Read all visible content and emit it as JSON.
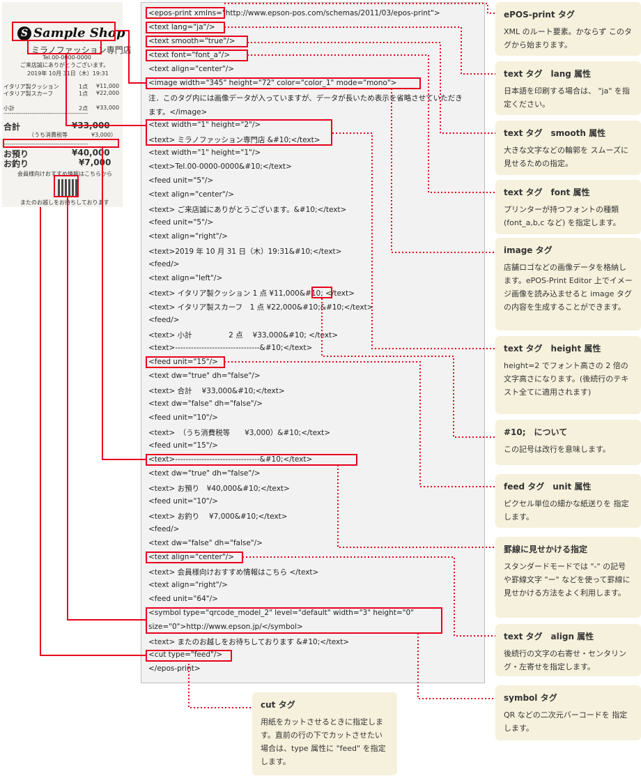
{
  "receipt": {
    "logo": "Sample Shop",
    "logo_mark": "S",
    "shop_name": "ミラノファッション専門店",
    "tel": "Tel.00-0000-0000",
    "thanks": "ご来店誠にありがとうございます。",
    "date": "2019年 10月 31日（木）19:31",
    "items": [
      {
        "name": "イタリア製クッション",
        "qty": "1点",
        "price": "¥11,000"
      },
      {
        "name": "イタリア製スカーフ",
        "qty": "1点",
        "price": "¥22,000"
      }
    ],
    "subtotal": {
      "label": "小計",
      "qty": "2点",
      "price": "¥33,000"
    },
    "total": {
      "label": "合計",
      "price": "¥33,000"
    },
    "tax": {
      "label": "（うち消費税等",
      "price": "¥3,000）"
    },
    "paid": {
      "label": "お預り",
      "price": "¥40,000"
    },
    "change": {
      "label": "お釣り",
      "price": "¥7,000"
    },
    "member_info": "会員様向けおすすめ情報はこちらから",
    "farewell": "またのお越しをお待ちしております",
    "dash": "------------------------------------------"
  },
  "code_lines": [
    "<epos-print xmlns=\"http://www.epson-pos.com/schemas/2011/03/epos-print\">",
    "<text lang=\"ja\"/>",
    "<text smooth=\"true\"/>",
    "<text font=\"font_a\"/>",
    "<text align=\"center\"/>",
    "<image width=\"345\" height=\"72\" color=\"color_1\" mode=\"mono\">",
    "注．このタグ内には画像データが入っていますが、データが長いため表示を省略させていただき",
    "ます。</image>",
    "<text width=\"1\" height=\"2\"/>",
    "<text> ミラノファッション専門店 &#10;</text>",
    "<text width=\"1\" height=\"1\"/>",
    "<text>Tel.00-0000-0000&#10;</text>",
    "<feed unit=\"5\"/>",
    "<text align=\"center\"/>",
    "<text> ご来店誠にありがとうございます。&#10;</text>",
    "<feed unit=\"5\"/>",
    "<text align=\"right\"/>",
    "<text>2019 年 10 月 31 日（木）19:31&#10;</text>",
    "<feed/>",
    "<text align=\"left\"/>",
    "<text> イタリア製クッション 1 点 ¥11,000&#10; </text>",
    "<text> イタリア製スカーフ　1 点 ¥22,000&#10;&#10;</text>",
    "<feed/>",
    "<text> 小計　　　　　2 点　 ¥33,000&#10; </text>",
    "<text>--------------------------------&#10;</text>",
    "<feed unit=\"15\"/>",
    "<text dw=\"true\" dh=\"false\"/>",
    "<text> 合計　 ¥33,000&#10;</text>",
    "<text dw=\"false\" dh=\"false\"/>",
    "<feed unit=\"10\"/>",
    "<text>　（うち消費税等　　¥3,000）&#10;</text>",
    "<feed unit=\"15\"/>",
    "<text>--------------------------------&#10;</text>",
    "<text dw=\"true\" dh=\"false\"/>",
    "<text> お預り　¥40,000&#10;</text>",
    "<feed unit=\"10\"/>",
    "<text> お釣り　 ¥7,000&#10;</text>",
    "<feed/>",
    "<text dw=\"false\" dh=\"false\"/>",
    "<text align=\"center\"/>",
    "<text> 会員様向けおすすめ情報はこちら </text>",
    "<text align=\"right\"/>",
    "<feed unit=\"64\"/>",
    "<symbol type=\"qrcode_model_2\" level=\"default\" width=\"3\" height=\"0\"",
    "size=\"0\">http://www.epson.jp/</symbol>",
    "<text> またのお越しをお待ちしております &#10;</text>",
    "<cut type=\"feed\"/>",
    "</epos-print>"
  ],
  "notes": [
    {
      "title": "ePOS-print タグ",
      "body": "XML のルート要素。かならず このタグから始まります。"
    },
    {
      "title": "text タグ　lang 属性",
      "body": "日本語を印刷する場合は、 \"ja\" を指定ください。"
    },
    {
      "title": "text タグ　smooth 属性",
      "body": "大きな文字などの輪郭を スムーズに見せるための指定。"
    },
    {
      "title": "text タグ　font 属性",
      "body": "プリンターが持つフォントの種類 (font_a,b,c など) を指定します。"
    },
    {
      "title": "image タグ",
      "body": "店舗ロゴなどの画像データを格納します。ePOS-Print Editor 上でイメージ画像を読み込ませると image タグの内容を生成することができます。"
    },
    {
      "title": "text タグ　height 属性",
      "body": "height=2 でフォント高さの 2 倍の文字高さになります。(後続行のテキスト全てに適用されます)"
    },
    {
      "title": "#10;　について",
      "body": "この記号は改行を意味します。"
    },
    {
      "title": "feed タグ　unit 属性",
      "body": "ピクセル単位の細かな紙送りを 指定します。"
    },
    {
      "title": "罫線に見せかける指定",
      "body": "スタンダードモードでは \"-\" の記号や罫線文字 \"ー\" などを使って罫線に見せかける方法をよく利用します。"
    },
    {
      "title": "text タグ　align 属性",
      "body": "後続行の文字の右寄せ・センタリング・左寄せを指定します。"
    },
    {
      "title": "symbol タグ",
      "body": "QR などの二次元バーコードを 指定します。"
    },
    {
      "title": "cut タグ",
      "body": "用紙をカットさせるときに指定します。直前の行の下でカットさせたい場合は、type 属性に \"feed\" を指定します。"
    }
  ],
  "colors": {
    "highlight": "#e8001c",
    "note_bg": "#f6f1dc",
    "code_bg": "#f2f2f2"
  }
}
